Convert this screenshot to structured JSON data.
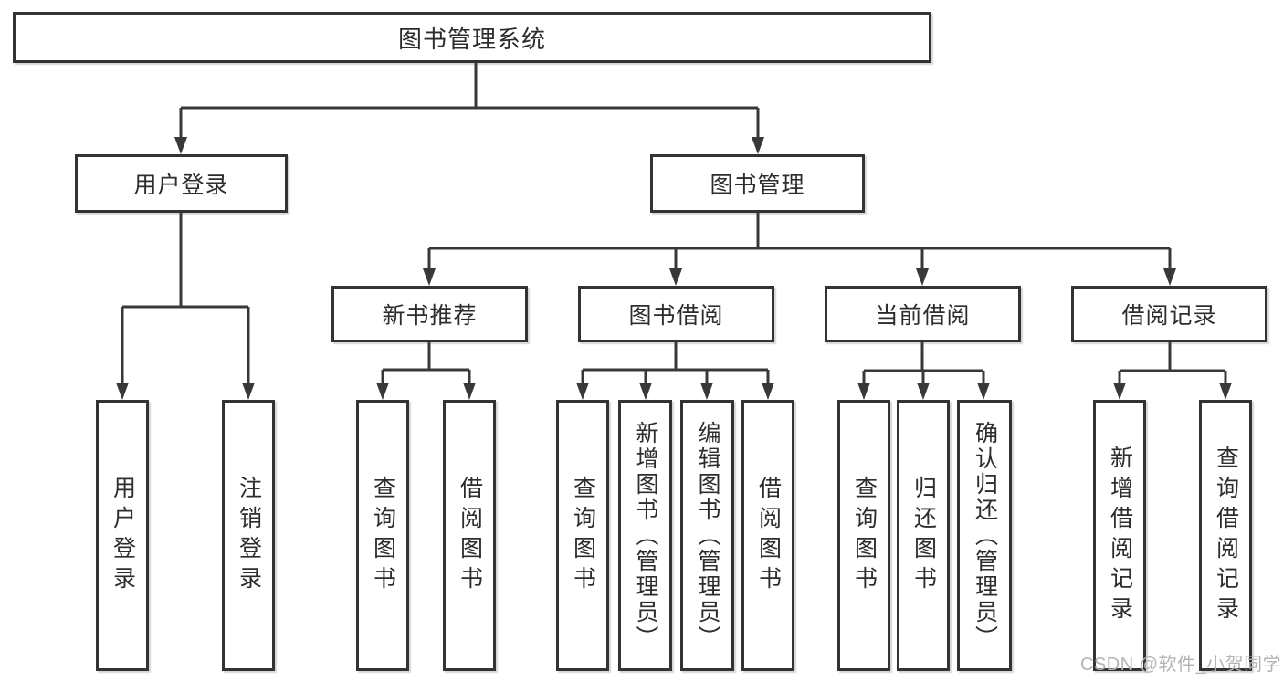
{
  "colors": {
    "background": "#ffffff",
    "line": "#383838",
    "box_border": "#333333",
    "text": "#2d2d2d",
    "watermark": "#b4b4b4"
  },
  "watermark": {
    "text": "CSDN @软件_小贺同学"
  },
  "diagram": {
    "type": "hierarchy-tree",
    "root": {
      "label": "图书管理系统"
    },
    "branches": [
      {
        "label": "用户登录",
        "children": [
          {
            "label": "用户登录"
          },
          {
            "label": "注销登录"
          }
        ]
      },
      {
        "label": "图书管理",
        "children": [
          {
            "label": "新书推荐",
            "children": [
              {
                "label": "查询图书"
              },
              {
                "label": "借阅图书"
              }
            ]
          },
          {
            "label": "图书借阅",
            "children": [
              {
                "label": "查询图书"
              },
              {
                "label": "新增图书（管理员）"
              },
              {
                "label": "编辑图书（管理员）"
              },
              {
                "label": "借阅图书"
              }
            ]
          },
          {
            "label": "当前借阅",
            "children": [
              {
                "label": "查询图书"
              },
              {
                "label": "归还图书"
              },
              {
                "label": "确认归还（管理员）"
              }
            ]
          },
          {
            "label": "借阅记录",
            "children": [
              {
                "label": "新增借阅记录"
              },
              {
                "label": "查询借阅记录"
              }
            ]
          }
        ]
      }
    ]
  }
}
